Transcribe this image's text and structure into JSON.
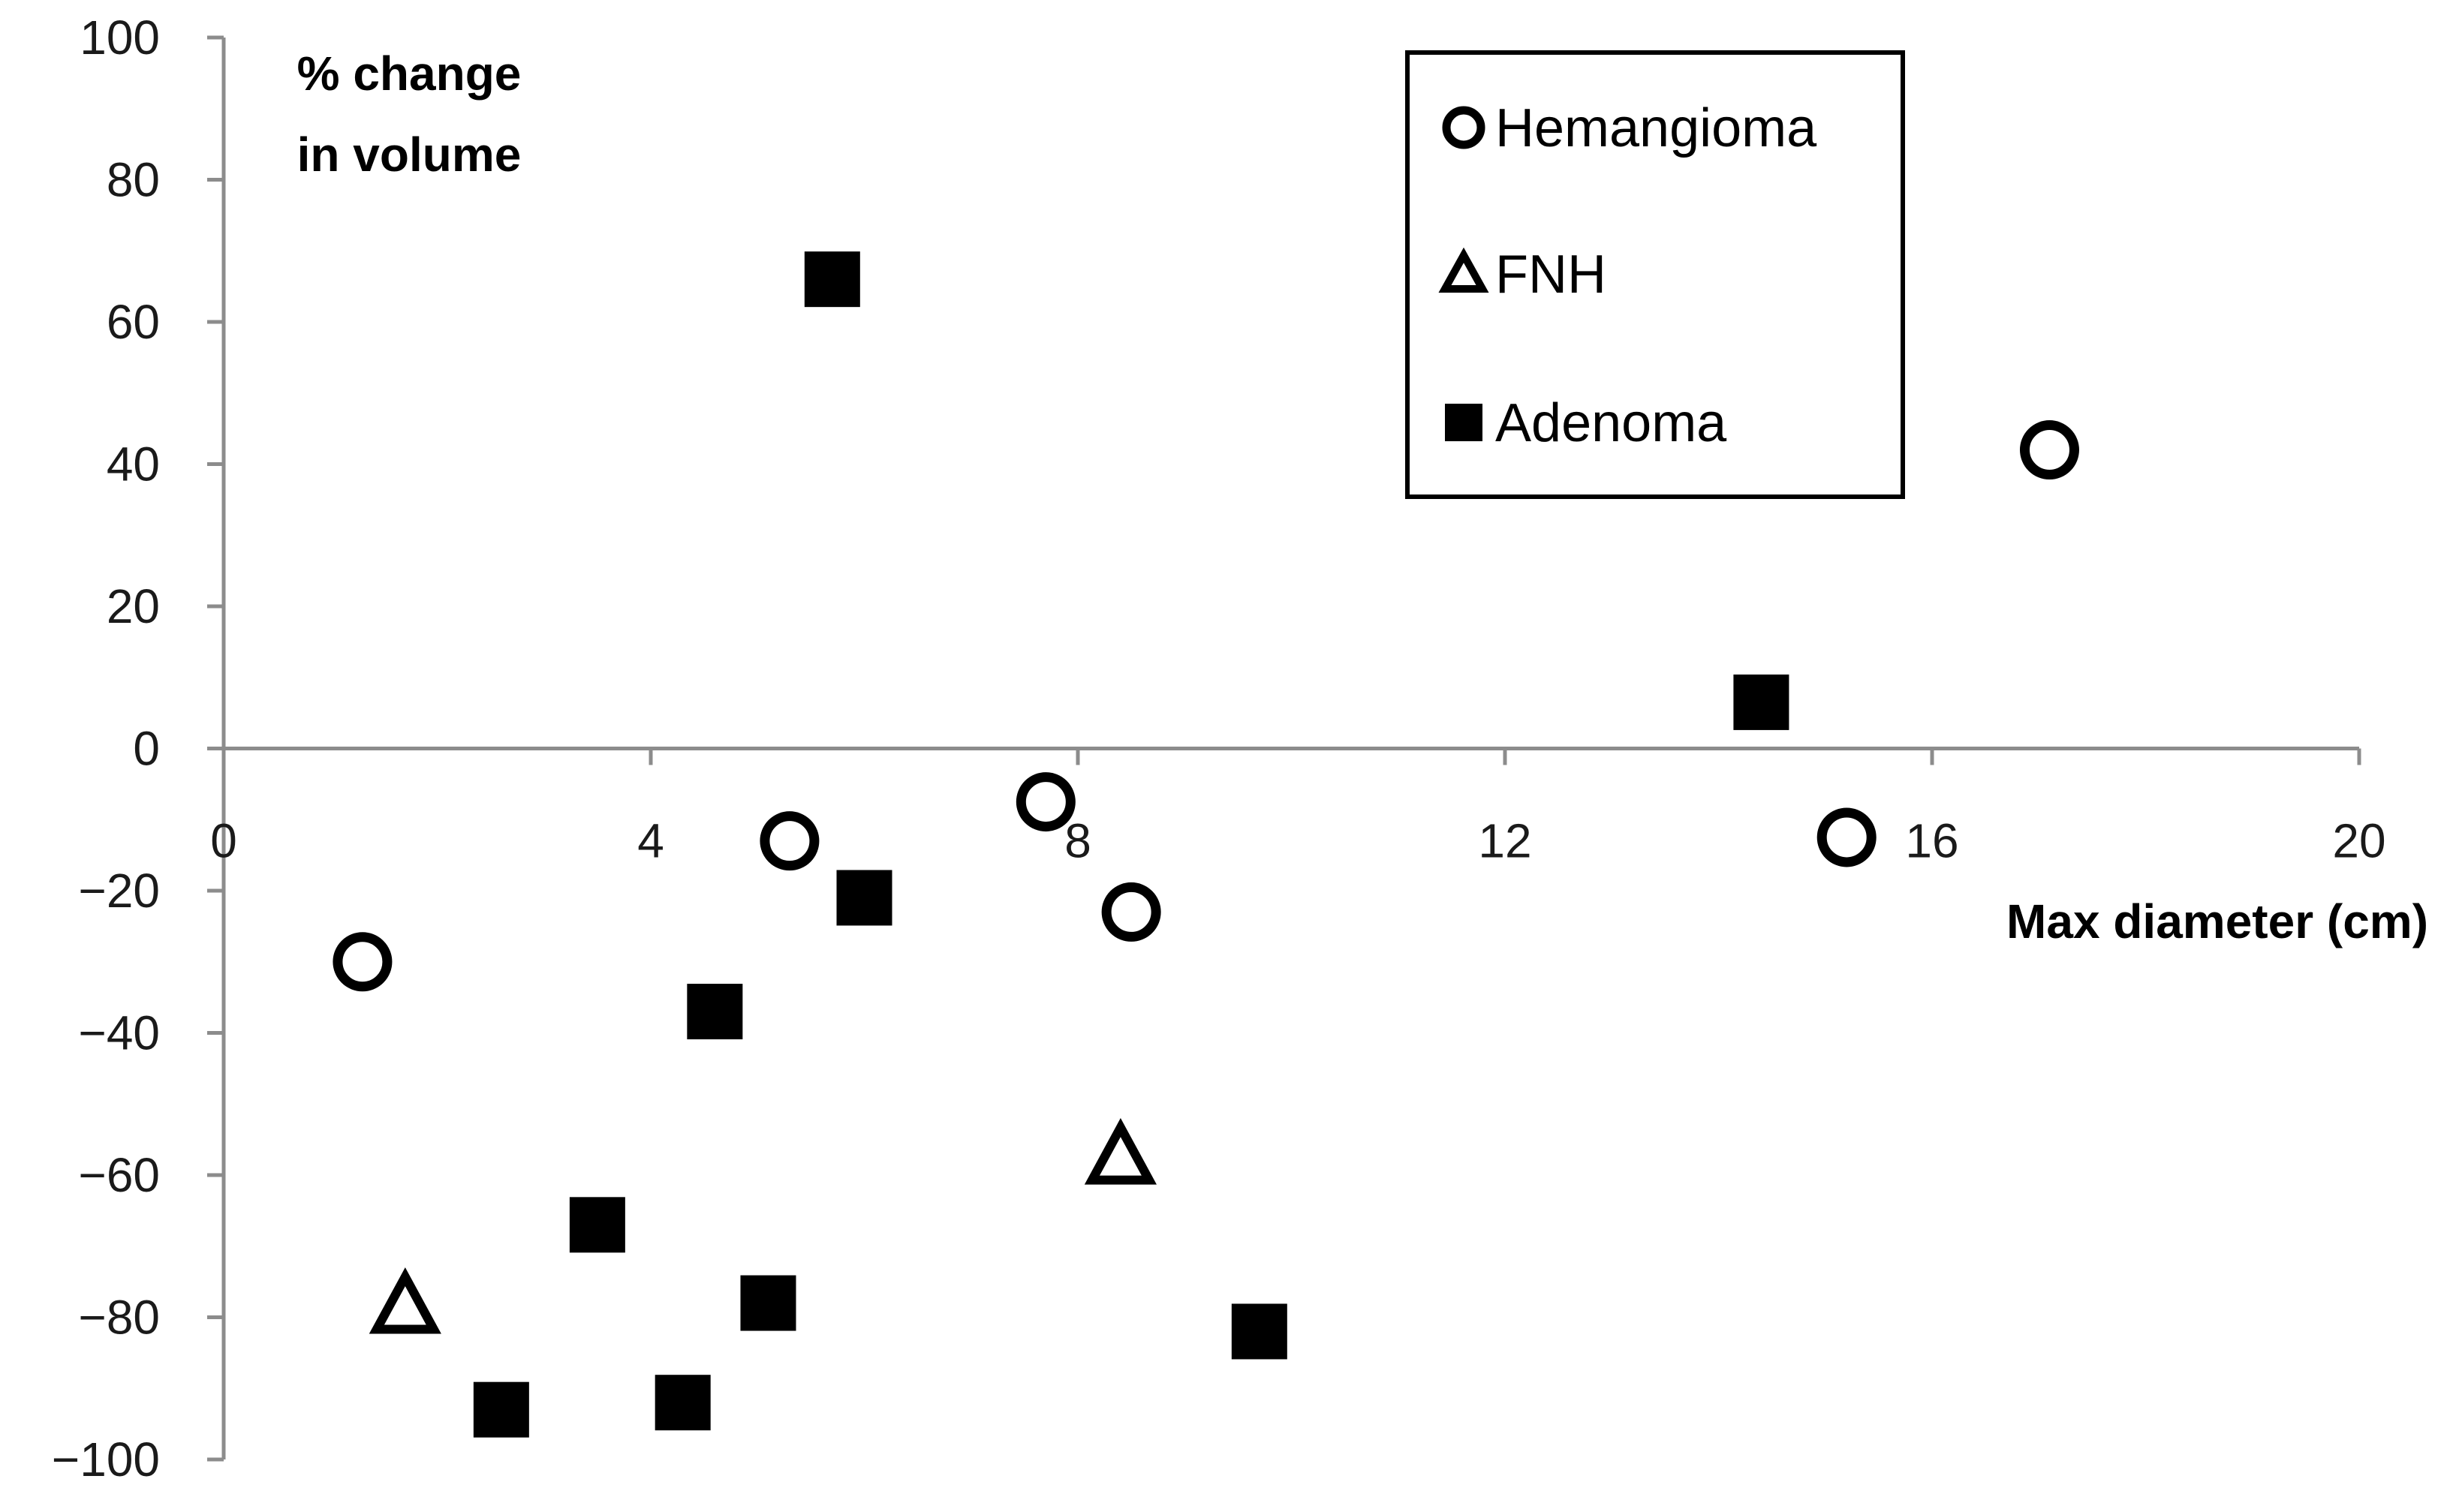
{
  "chart_data": {
    "type": "scatter",
    "xlabel": "Max diameter (cm)",
    "ylabel_lines": [
      "% change",
      "in volume"
    ],
    "xlim": [
      0,
      20
    ],
    "ylim": [
      -100,
      100
    ],
    "x_ticks": [
      0,
      4,
      8,
      12,
      16,
      20
    ],
    "y_ticks": [
      -100,
      -80,
      -60,
      -40,
      -20,
      0,
      20,
      40,
      60,
      80,
      100
    ],
    "x_tick_labels": [
      "0",
      "4",
      "8",
      "12",
      "16",
      "20"
    ],
    "y_tick_labels": [
      "−100",
      "−80",
      "−60",
      "−40",
      "−20",
      "0",
      "20",
      "40",
      "60",
      "80",
      "100"
    ],
    "grid": false,
    "legend_position": "top-right",
    "series": [
      {
        "name": "Hemangioma",
        "marker": "open-circle",
        "color": "#000000",
        "points": [
          {
            "x": 1.3,
            "y": -30
          },
          {
            "x": 5.3,
            "y": -13
          },
          {
            "x": 7.7,
            "y": -7.5
          },
          {
            "x": 8.5,
            "y": -23
          },
          {
            "x": 15.2,
            "y": -12.5
          },
          {
            "x": 17.1,
            "y": 42
          }
        ]
      },
      {
        "name": "FNH",
        "marker": "open-triangle",
        "color": "#000000",
        "points": [
          {
            "x": 1.7,
            "y": -78
          },
          {
            "x": 8.4,
            "y": -57
          }
        ]
      },
      {
        "name": "Adenoma",
        "marker": "filled-square",
        "color": "#000000",
        "points": [
          {
            "x": 5.7,
            "y": 66
          },
          {
            "x": 14.4,
            "y": 6.5
          },
          {
            "x": 6.0,
            "y": -21
          },
          {
            "x": 4.6,
            "y": -37
          },
          {
            "x": 3.5,
            "y": -67
          },
          {
            "x": 5.1,
            "y": -78
          },
          {
            "x": 2.6,
            "y": -93
          },
          {
            "x": 4.3,
            "y": -92
          },
          {
            "x": 9.7,
            "y": -82
          }
        ]
      }
    ]
  }
}
